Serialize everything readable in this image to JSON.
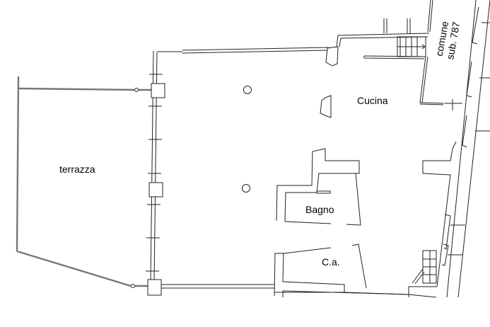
{
  "rooms": {
    "terrazza": "terrazza",
    "cucina": "Cucina",
    "bagno": "Bagno",
    "ca": "C.a.",
    "comune_line1": "comune",
    "comune_line2": "sub. 787"
  },
  "colors": {
    "line": "#222222",
    "background": "#ffffff"
  }
}
